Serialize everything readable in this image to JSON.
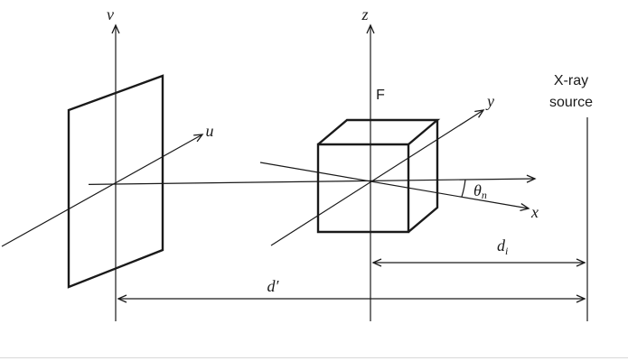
{
  "diagram": {
    "detector": {
      "v_label": "v",
      "u_label": "u"
    },
    "object": {
      "z_label": "z",
      "y_label": "y",
      "x_label": "x",
      "focal_label": "F"
    },
    "angle": {
      "symbol": "θ",
      "subscript": "n"
    },
    "source": {
      "line1": "X-ray",
      "line2": "source"
    },
    "dimensions": {
      "di_symbol": "d",
      "di_subscript": "i",
      "dprime": "d′"
    },
    "colors": {
      "stroke": "#1a1a1a",
      "background": "#ffffff"
    }
  }
}
